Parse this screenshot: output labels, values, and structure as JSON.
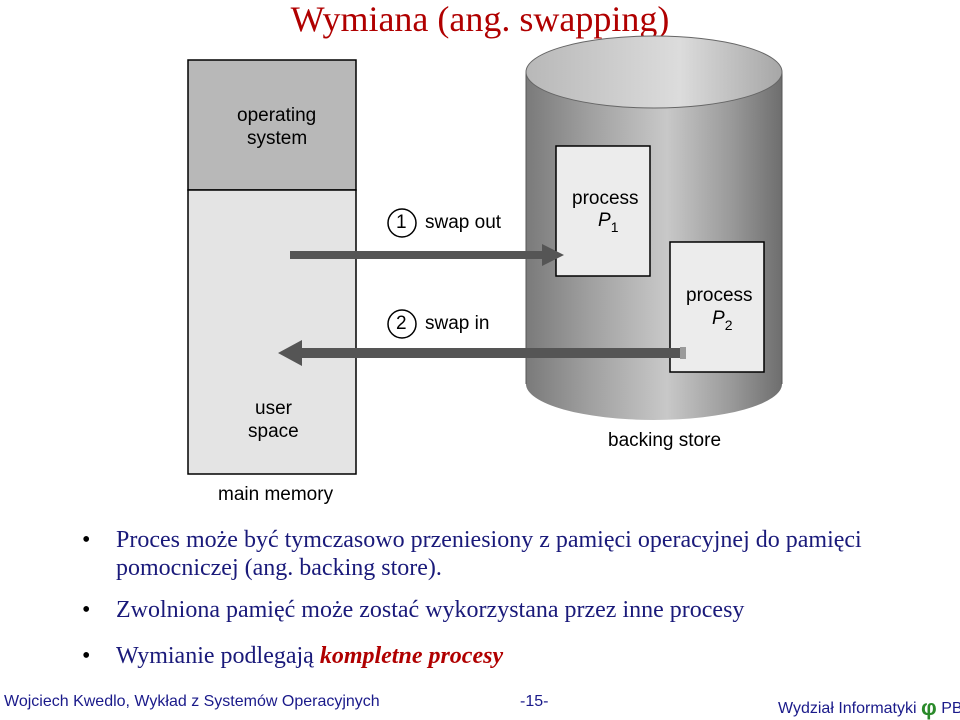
{
  "title": "Wymiana (ang. swapping)",
  "diagram": {
    "os_label_1": "operating",
    "os_label_2": "system",
    "user_label_1": "user",
    "user_label_2": "space",
    "main_memory": "main memory",
    "step1_number": "1",
    "step1_label": "swap out",
    "step2_number": "2",
    "step2_label": "swap in",
    "p1_label": "process",
    "p1_name": "P",
    "p1_sub": "1",
    "p2_label": "process",
    "p2_name": "P",
    "p2_sub": "2",
    "backing_store": "backing store"
  },
  "bullets": [
    {
      "text": "Proces może być tymczasowo przeniesiony z pamięci operacyjnej do pamięci pomocniczej (ang. backing store)."
    },
    {
      "text": "Zwolniona pamięć może zostać wykorzystana przez inne procesy"
    },
    {
      "text": "Wymianie podlegają ",
      "emphasis": "kompletne procesy"
    }
  ],
  "footer": {
    "left": "Wojciech Kwedlo, Wykład z Systemów Operacyjnych",
    "center": "-15-",
    "right": "Wydział Informatyki",
    "logo_glyph": "φ",
    "right_suffix": "PB"
  },
  "colors": {
    "title": "#b00000",
    "os_region": "#b8b8b8",
    "user_region": "#e4e4e4",
    "cylinder": "#a8a8a8",
    "bullet_text": "#1a1a7a",
    "emphasis": "#b00000",
    "logo": "#2a8a2a"
  }
}
